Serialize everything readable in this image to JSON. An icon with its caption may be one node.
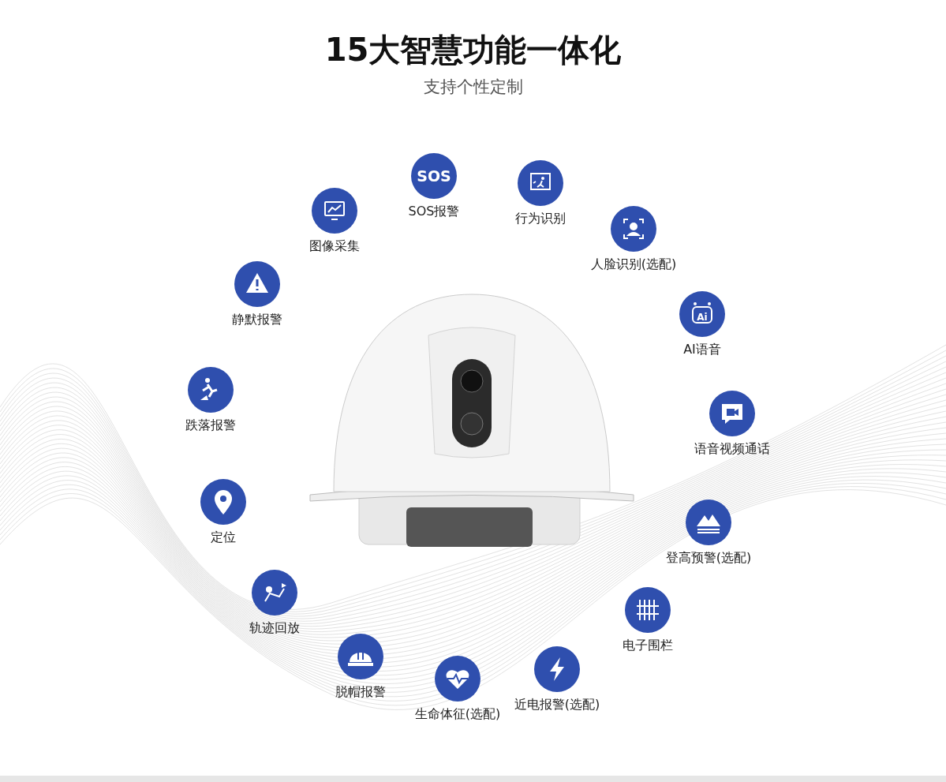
{
  "diagram": {
    "title": "15大智慧功能一体化",
    "nodes": [
      {
        "text": [
          "图像采集"
        ]
      },
      {
        "text": [
          "SOS",
          "SOS报警"
        ]
      },
      {
        "text": [
          "行为识别"
        ]
      },
      {
        "text": [
          "人脸识别(选配)"
        ]
      },
      {
        "text": [
          "Ai",
          "AI语音"
        ]
      },
      {
        "text": [
          "语音视频通话"
        ]
      },
      {
        "text": [
          "登高预警(选配)"
        ]
      },
      {
        "text": [
          "电子围栏"
        ]
      },
      {
        "text": [
          "近电报警(选配)"
        ]
      },
      {
        "text": [
          "生命体征(选配)"
        ]
      },
      {
        "text": [
          "脱帽报警"
        ]
      },
      {
        "text": [
          "轨迹回放"
        ]
      },
      {
        "text": [
          "定位"
        ]
      },
      {
        "text": [
          "跌落报警"
        ]
      },
      {
        "text": [
          "静默报警"
        ]
      }
    ],
    "labels": [
      "支持个性定制"
    ]
  }
}
